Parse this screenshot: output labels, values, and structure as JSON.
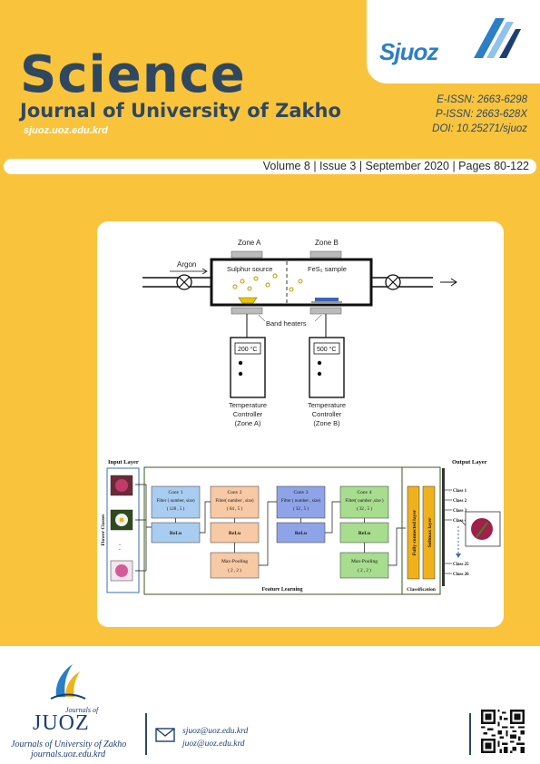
{
  "header": {
    "logo_text": "Sjuoz",
    "title_main": "Science",
    "title_sub": "Journal of University of Zakho",
    "website": "sjuoz.uoz.edu.krd",
    "e_issn": "E-ISSN: 2663-6298",
    "p_issn": "P-ISSN: 2663-628X",
    "doi": "DOI: 10.25271/sjuoz"
  },
  "volume_bar": {
    "text": "Volume 8 | Issue 3 | September 2020 | Pages 80-122"
  },
  "figure_top": {
    "zone_a": "Zone A",
    "zone_b": "Zone B",
    "argon": "Argon",
    "sulphur_source": "Sulphur source",
    "sample": "FeS₂ sample",
    "band_heaters": "Band heaters",
    "temp_a": "200 °C",
    "temp_b": "500 °C",
    "controller_a_l1": "Temperature",
    "controller_a_l2": "Controller",
    "controller_a_l3": "(Zone A)",
    "controller_b_l1": "Temperature",
    "controller_b_l2": "Controller",
    "controller_b_l3": "(Zone B)"
  },
  "figure_cnn": {
    "input_layer": "Input Layer",
    "output_layer": "Output Layer",
    "flower_classes": "Flower Classes",
    "feature_learning": "Feature Learning",
    "classification": "Classification",
    "fully_connected": "Fully connected layer",
    "softmax": "Softmax layer",
    "conv1": "Conv 1",
    "conv1_filter": "Filter ( number, size)",
    "conv1_vals": "( 128 , 5 )",
    "conv2": "Conv 2",
    "conv2_filter": "Filter( number , size)",
    "conv2_vals": "( 64 , 5 )",
    "conv3": "Conv 3",
    "conv3_filter": "Filter ( number , size)",
    "conv3_vals": "( 32 , 5 )",
    "conv4": "Conv 4",
    "conv4_filter": "Filter( number ,size )",
    "conv4_vals": "( 32 , 5 )",
    "relu": "ReLu",
    "maxpool": "Max-Pooling",
    "maxpool_vals": "( 2 , 2 )",
    "classes": [
      "Class 1",
      "Class 2",
      "Class 3",
      "Class 4",
      "Class 25",
      "Class 26"
    ]
  },
  "footer": {
    "juoz": "JUOZ",
    "journals_small": "Journals of",
    "journals_line": "Journals of University of Zakho",
    "journals_url": "journals.uoz.edu.krd",
    "email1": "sjuoz@uoz.edu.krd",
    "email2": "juoz@uoz.edu.krd"
  },
  "colors": {
    "background": "#f9c43c",
    "navy": "#2f4860",
    "brand_blue": "#2b7fc6"
  }
}
